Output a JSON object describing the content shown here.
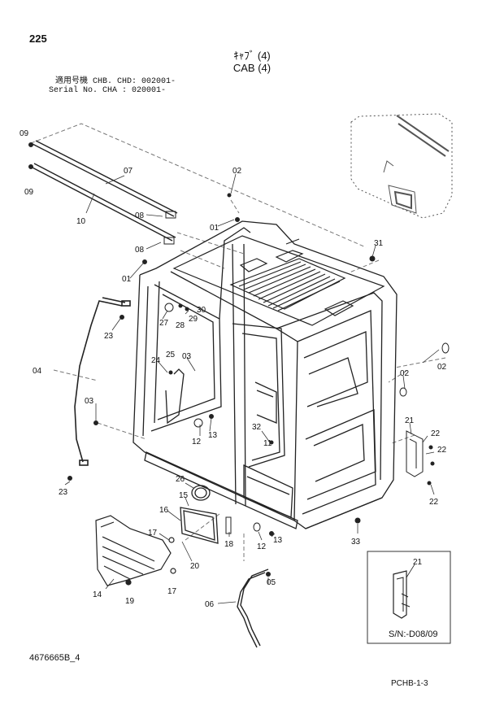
{
  "header": {
    "page_number": "225",
    "title_jp": "ｷｬﾌﾞ (4)",
    "title_en": "CAB (4)",
    "applicable_model": "適用号機 CHB. CHD: 002001-",
    "serial_no": "Serial No. CHA     : 020001-"
  },
  "footer": {
    "drawing_id": "4676665B_4",
    "page_code": "PCHB-1-3"
  },
  "inset": {
    "part_label": "21",
    "serial_note": "S/N:-D08/09"
  },
  "callouts": [
    "09",
    "09",
    "07",
    "10",
    "08",
    "08",
    "01",
    "01",
    "02",
    "31",
    "30",
    "29",
    "28",
    "27",
    "23",
    "04",
    "03",
    "24",
    "25",
    "03",
    "02",
    "02",
    "21",
    "22",
    "22",
    "22",
    "12",
    "13",
    "32",
    "11",
    "26",
    "15",
    "16",
    "17",
    "14",
    "19",
    "17",
    "20",
    "18",
    "12",
    "13",
    "33",
    "05",
    "06",
    "23"
  ]
}
